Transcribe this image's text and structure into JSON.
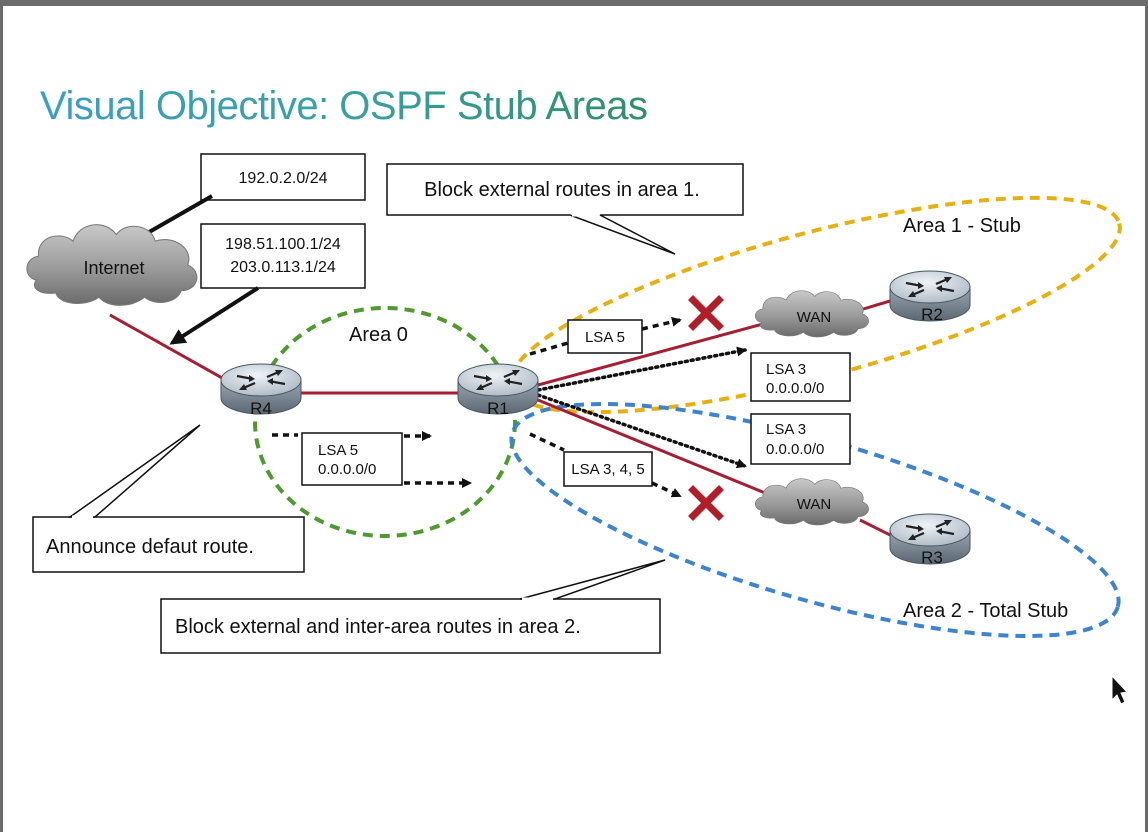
{
  "title": "Visual Objective: OSPF Stub Areas",
  "colors": {
    "title_start": "#3a9ec8",
    "title_end": "#2f8f6a",
    "link": "#a61e34",
    "area0": "#4e9a2e",
    "area1": "#e8b00e",
    "area2": "#3d84cf",
    "block_x": "#b01e2a"
  },
  "nodes": {
    "internet": "Internet",
    "r4": "R4",
    "r1": "R1",
    "r2": "R2",
    "r3": "R3",
    "wan1": "WAN",
    "wan2": "WAN"
  },
  "areas": {
    "area0": "Area 0",
    "area1": "Area 1 - Stub",
    "area2": "Area 2 - Total Stub"
  },
  "callouts": {
    "prefix1": "192.0.2.0/24",
    "prefix2_line1": "198.51.100.1/24",
    "prefix2_line2": "203.0.113.1/24",
    "block_area1": "Block external routes in area 1.",
    "announce_default": "Announce defaut route.",
    "block_area2": "Block external and inter-area routes in area 2."
  },
  "lsa": {
    "r4_lsa_line1": "LSA 5",
    "r4_lsa_line2": "0.0.0.0/0",
    "area1_blocked": "LSA 5",
    "area1_default_line1": "LSA 3",
    "area1_default_line2": "0.0.0.0/0",
    "area2_default_line1": "LSA 3",
    "area2_default_line2": "0.0.0.0/0",
    "area2_blocked": "LSA 3, 4, 5"
  },
  "icons": [
    "cloud-icon",
    "router-icon",
    "blocked-x-icon",
    "mouse-cursor-icon"
  ]
}
